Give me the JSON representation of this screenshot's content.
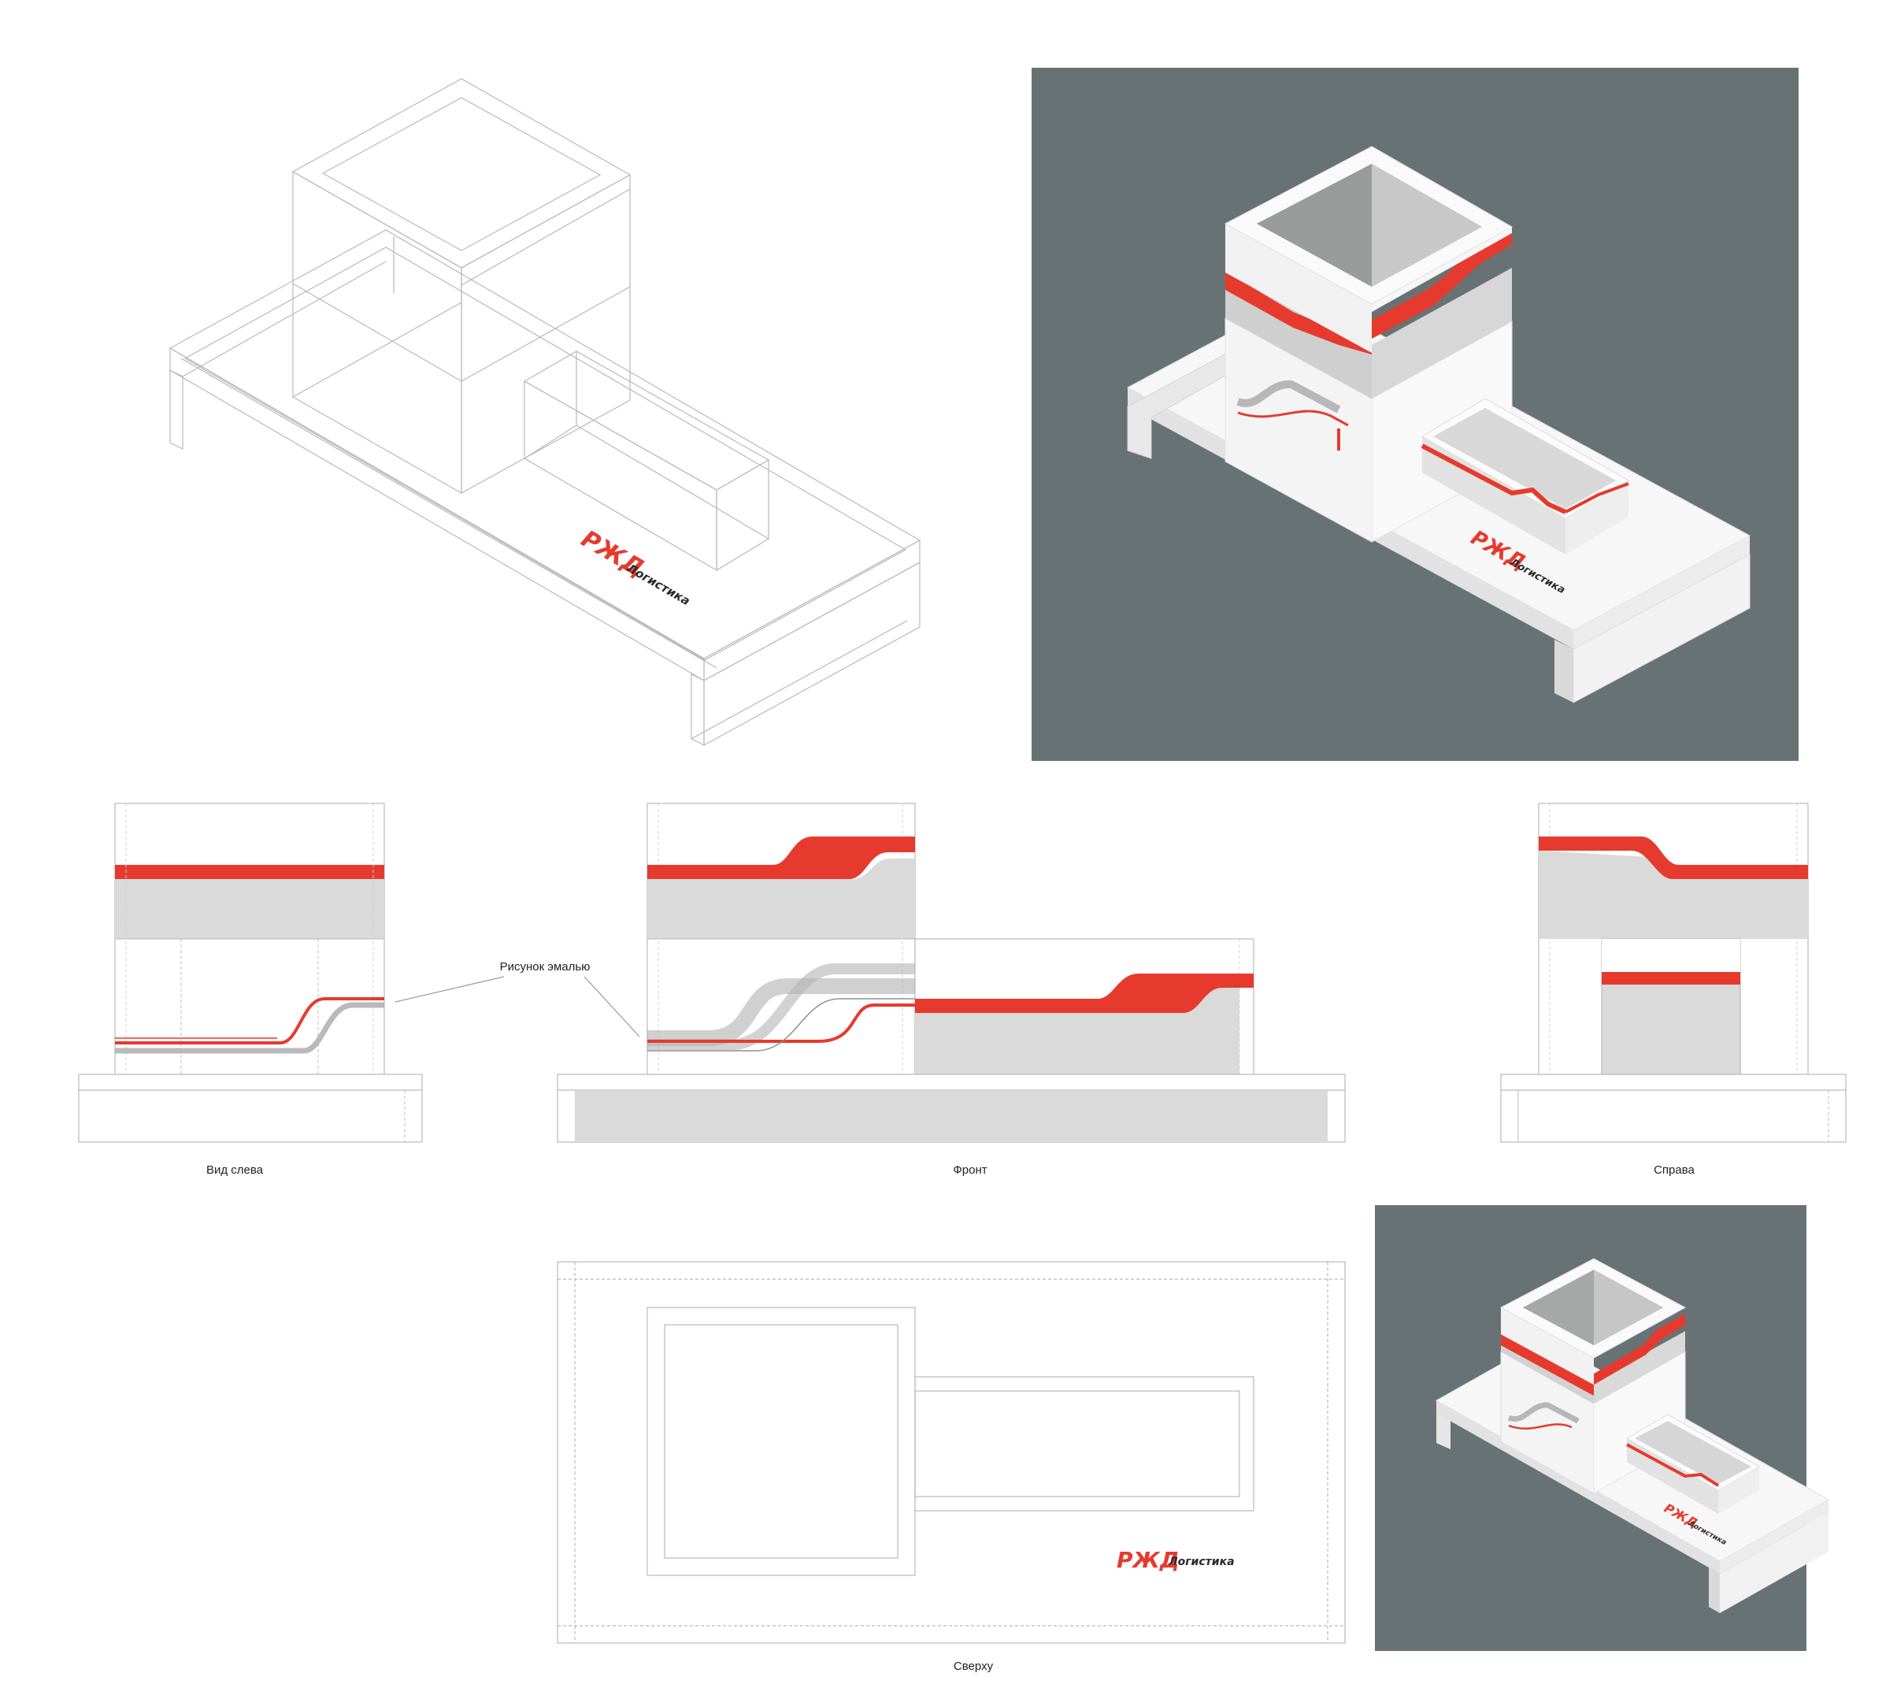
{
  "brand": {
    "logo_mark": "РЖД",
    "logo_word": "Логистика"
  },
  "colors": {
    "accent_red": "#e63a2e",
    "grey_band": "#d9dad9",
    "panel_bg": "#687275",
    "outline": "#b8b8b8"
  },
  "views": {
    "left_label": "Вид слева",
    "front_label": "Фронт",
    "right_label": "Справа",
    "top_label": "Сверху"
  },
  "annotation": {
    "enamel_pattern": "Рисунок эмалью"
  }
}
